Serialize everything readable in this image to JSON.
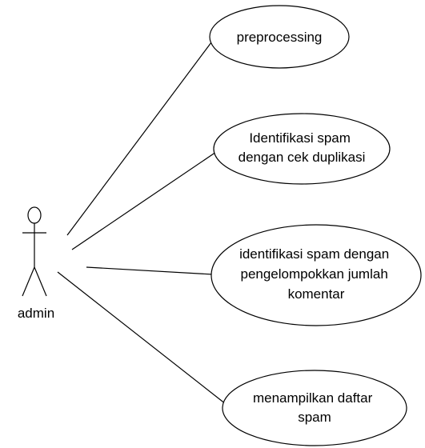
{
  "diagram": {
    "actor": {
      "label": "admin"
    },
    "use_cases": [
      {
        "lines": [
          "preprocessing"
        ]
      },
      {
        "lines": [
          "Identifikasi spam",
          "dengan cek duplikasi"
        ]
      },
      {
        "lines": [
          "identifikasi spam dengan",
          "pengelompokkan jumlah",
          "komentar"
        ]
      },
      {
        "lines": [
          "menampilkan daftar",
          "spam"
        ]
      }
    ],
    "colors": {
      "stroke": "#000000",
      "background": "#ffffff"
    }
  }
}
